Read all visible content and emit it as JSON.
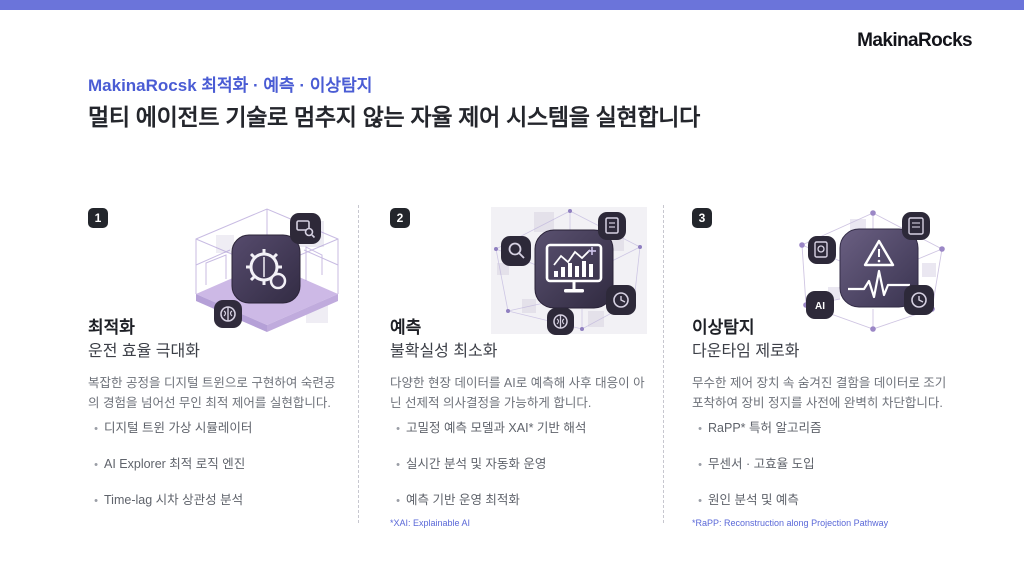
{
  "brand": {
    "logo": "MakinaRocks"
  },
  "header": {
    "eyebrow": "MakinaRocsk 최적화 · 예측 · 이상탐지",
    "title": "멀티 에이전트 기술로 멈추지 않는 자율 제어 시스템을 실현합니다"
  },
  "colors": {
    "accent_bar": "#6b74da",
    "eyebrow_text": "#4a5cd4",
    "heading_text": "#24262c",
    "body_text": "#6e727a",
    "footnote_text": "#5a68d8",
    "badge_bg": "#23262c",
    "illustration_dark": "#3b3350",
    "illustration_light": "#cbb9e6"
  },
  "columns": [
    {
      "number": "1",
      "title": "최적화",
      "subtitle": "운전 효율 극대화",
      "description": "복잡한 공정을 디지털 트윈으로 구현하여 숙련공의 경험을 넘어선 무인 최적 제어를 실현합니다.",
      "bullets": [
        "디지털 트윈 가상 시뮬레이터",
        "AI Explorer 최적 로직 엔진",
        "Time-lag 시차 상관성 분석"
      ],
      "footnote": ""
    },
    {
      "number": "2",
      "title": "예측",
      "subtitle": "불확실성 최소화",
      "description": "다양한 현장 데이터를 AI로 예측해 사후 대응이 아닌 선제적 의사결정을 가능하게 합니다.",
      "bullets": [
        "고밀정 예측 모델과 XAI* 기반 해석",
        "실시간 분석 및 자동화 운영",
        "예측 기반 운영 최적화"
      ],
      "footnote": "*XAI: Explainable AI"
    },
    {
      "number": "3",
      "title": "이상탐지",
      "subtitle": "다운타임 제로화",
      "description": "무수한 제어 장치 속 숨겨진 결함을 데이터로 조기 포착하여 장비 정지를 사전에 완벽히 차단합니다.",
      "bullets": [
        "RaPP* 특허 알고리즘",
        "무센서 · 고효율 도입",
        "원인 분석 및 예측"
      ],
      "footnote": "*RaPP: Reconstruction along Projection Pathway"
    }
  ],
  "icons": {
    "column1": [
      "gear-brain-icon",
      "monitor-search-icon",
      "brain-icon"
    ],
    "column2": [
      "chart-monitor-icon",
      "search-icon",
      "document-icon",
      "clock-icon",
      "brain-icon"
    ],
    "column3": [
      "alert-pulse-icon",
      "scan-document-icon",
      "report-icon",
      "ai-chip-icon",
      "clock-icon"
    ]
  }
}
